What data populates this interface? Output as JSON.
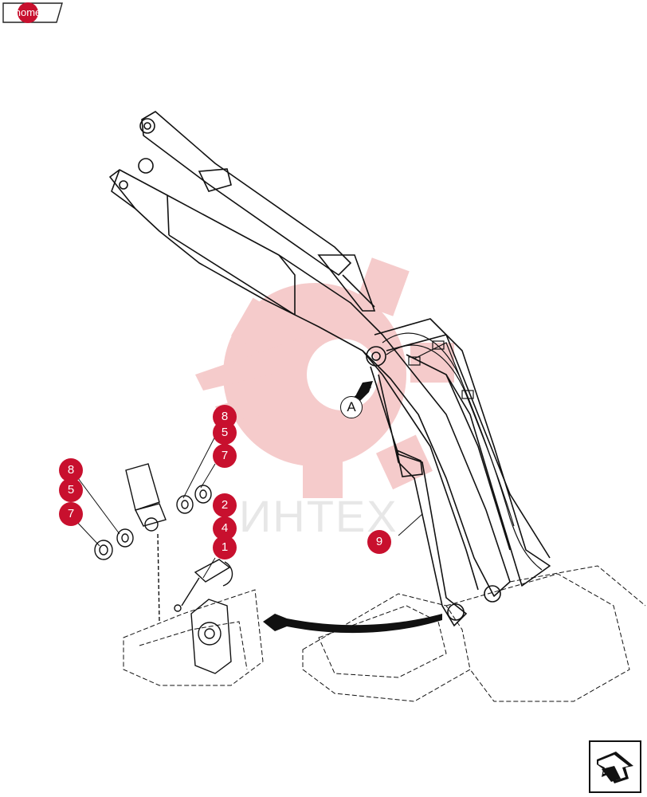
{
  "header": {
    "home_label": "home"
  },
  "watermark": {
    "text": "ИНТЕХ"
  },
  "diagram": {
    "view_label": "A"
  },
  "callouts": [
    "8",
    "5",
    "7",
    "8",
    "5",
    "7",
    "2",
    "4",
    "1",
    "9"
  ],
  "colors": {
    "accent": "#c8102e",
    "watermark": "#f4c6c6",
    "line": "#111111"
  },
  "icons": {
    "nav": "return-arrow-icon"
  }
}
